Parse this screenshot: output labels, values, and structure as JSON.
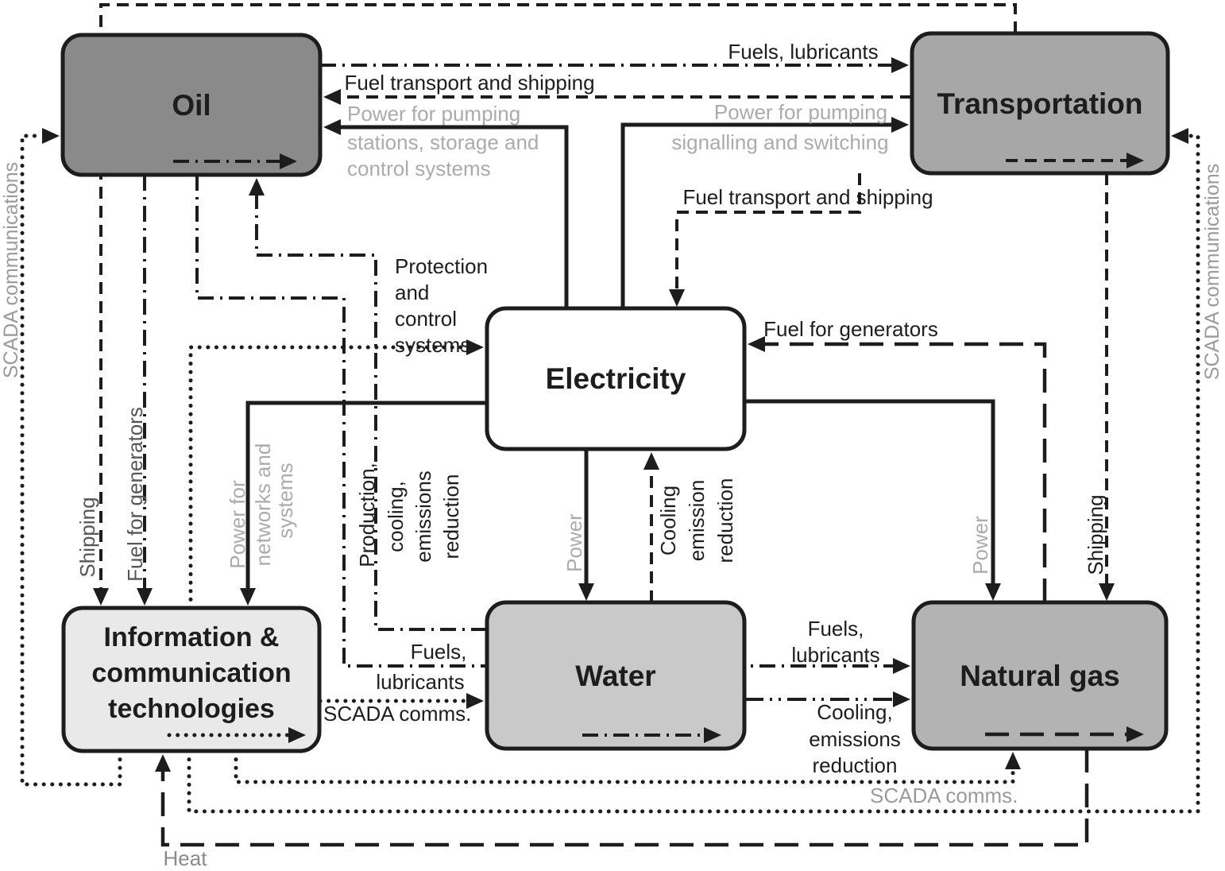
{
  "figure": {
    "background": "#ffffff",
    "line_color": "#1d1d1d",
    "gray_text_light": "#ababab",
    "gray_text_mid": "#9a9a9a",
    "gray_text_dark": "#565656"
  },
  "nodes": {
    "oil": {
      "label": "Oil",
      "fill": "#8a8a8a"
    },
    "transportation": {
      "label": "Transportation",
      "fill": "#a7a7a7"
    },
    "electricity": {
      "label": "Electricity",
      "fill": "#ffffff"
    },
    "water": {
      "label": "Water",
      "fill": "#c9c9c9"
    },
    "natural_gas": {
      "label": "Natural gas",
      "fill": "#b3b3b3"
    },
    "ict": {
      "line1": "Information &",
      "line2": "communication",
      "line3": "technologies",
      "fill": "#e9e9e9"
    }
  },
  "edge_labels": {
    "fuels_lubricants_top": "Fuels, lubricants",
    "fuel_transport_shipping_top": "Fuel transport and shipping",
    "power_pumping_oil_1": "Power for pumping",
    "power_pumping_oil_2": "stations, storage and",
    "power_pumping_oil_3": "control systems",
    "power_pumping_transport_1": "Power for pumping",
    "power_pumping_transport_2": "signalling and switching",
    "fuel_transport_shipping_mid": "Fuel transport and shipping",
    "fuel_for_generators_right": "Fuel for generators",
    "protection_1": "Protection",
    "protection_2": "and",
    "protection_3": "control",
    "protection_4": "systems",
    "scada_comm_left": "SCADA communications",
    "scada_comm_right": "SCADA communications",
    "shipping_left": "Shipping",
    "fuel_for_generators_left": "Fuel for generators",
    "power_networks_1": "Power for",
    "power_networks_2": "networks and",
    "power_networks_3": "systems",
    "production_1": "Production,",
    "production_2": "cooling,",
    "production_3": "emissions",
    "production_4": "reduction",
    "power_left": "Power",
    "cooling_emission_1": "Cooling",
    "cooling_emission_2": "emission",
    "cooling_emission_3": "reduction",
    "power_right": "Power",
    "shipping_right": "Shipping",
    "fuels_lubricants_water_1": "Fuels,",
    "fuels_lubricants_water_2": "lubricants",
    "scada_comms_water": "SCADA comms.",
    "fuels_lubricants_gas_1": "Fuels,",
    "fuels_lubricants_gas_2": "lubricants",
    "cooling_emissions_gas_1": "Cooling,",
    "cooling_emissions_gas_2": "emissions",
    "cooling_emissions_gas_3": "reduction",
    "scada_comms_gas": "SCADA comms.",
    "heat": "Heat"
  },
  "edges": [
    {
      "from": "electricity",
      "to": "oil",
      "style": "solid",
      "label": "Power for pumping stations, storage and control systems"
    },
    {
      "from": "electricity",
      "to": "transportation",
      "style": "solid",
      "label": "Power for pumping signalling and switching"
    },
    {
      "from": "electricity",
      "to": "water",
      "style": "solid",
      "label": "Power"
    },
    {
      "from": "electricity",
      "to": "natural_gas",
      "style": "solid",
      "label": "Power"
    },
    {
      "from": "electricity",
      "to": "ict",
      "style": "solid",
      "label": "Power for networks and systems"
    },
    {
      "from": "oil",
      "to": "transportation",
      "style": "dash-dot",
      "label": "Fuels, lubricants"
    },
    {
      "from": "oil",
      "to": "water",
      "style": "dash-dot",
      "label": "Fuels, lubricants"
    },
    {
      "from": "oil",
      "to": "natural_gas",
      "style": "dash-dot",
      "label": "Fuels, lubricants"
    },
    {
      "from": "oil",
      "to": "ict",
      "style": "dash-dot",
      "label": "Fuel for generators"
    },
    {
      "from": "water",
      "to": "oil",
      "style": "dash-dot",
      "label": "Production, cooling, emissions reduction"
    },
    {
      "from": "water",
      "to": "electricity",
      "style": "dashed",
      "label": "Cooling emission reduction"
    },
    {
      "from": "water",
      "to": "natural_gas",
      "style": "dash-dot",
      "label": "Cooling, emissions reduction"
    },
    {
      "from": "transportation",
      "to": "oil",
      "style": "dashed",
      "label": "Fuel transport and shipping"
    },
    {
      "from": "transportation",
      "to": "electricity",
      "style": "dashed",
      "label": "Fuel transport and shipping"
    },
    {
      "from": "transportation",
      "to": "natural_gas",
      "style": "dashed",
      "label": "Shipping"
    },
    {
      "from": "transportation",
      "to": "ict",
      "style": "dashed",
      "label": "Shipping"
    },
    {
      "from": "natural_gas",
      "to": "electricity",
      "style": "long-dash",
      "label": "Fuel for generators"
    },
    {
      "from": "natural_gas",
      "to": "ict",
      "style": "long-dash",
      "label": "Heat"
    },
    {
      "from": "ict",
      "to": "electricity",
      "style": "dotted",
      "label": "Protection and control systems"
    },
    {
      "from": "ict",
      "to": "oil",
      "style": "dotted",
      "label": "SCADA communications"
    },
    {
      "from": "ict",
      "to": "transportation",
      "style": "dotted",
      "label": "SCADA communications"
    },
    {
      "from": "ict",
      "to": "water",
      "style": "dotted",
      "label": "SCADA comms."
    },
    {
      "from": "ict",
      "to": "natural_gas",
      "style": "dotted",
      "label": "SCADA comms."
    }
  ]
}
